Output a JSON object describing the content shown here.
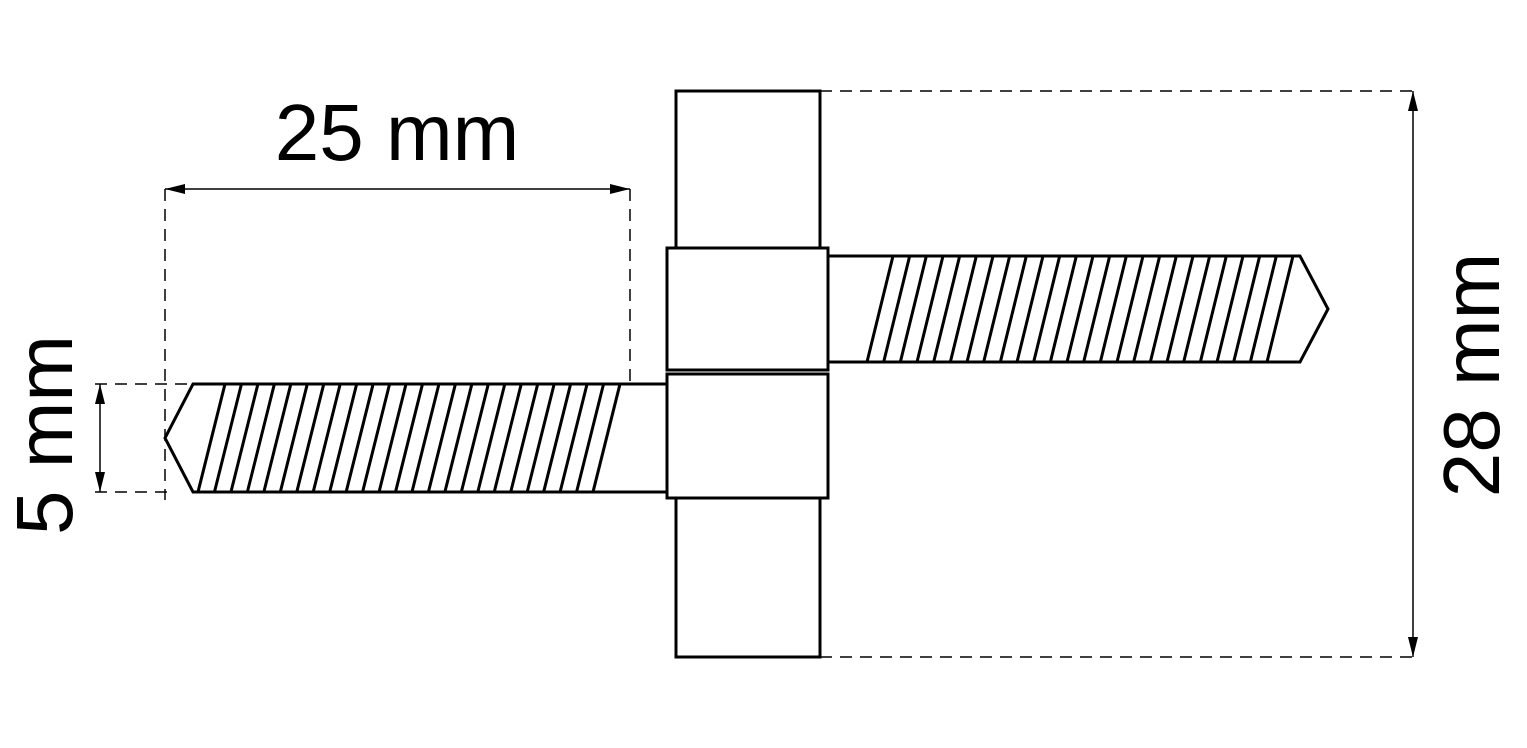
{
  "dimensions": {
    "length": "25 mm",
    "diameter": "5 mm",
    "height": "28 mm"
  },
  "thread": {
    "right_count": 25,
    "left_count": 25
  },
  "colors": {
    "stroke": "#000000",
    "background": "#ffffff"
  }
}
